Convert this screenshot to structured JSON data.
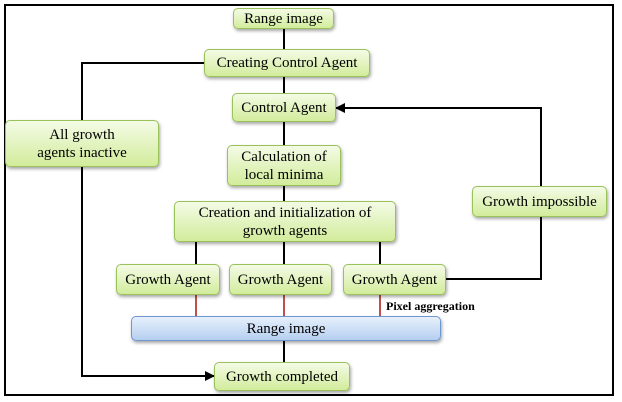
{
  "nodes": {
    "range_image_top": "Range image",
    "creating_control_agent": "Creating Control Agent",
    "control_agent": "Control Agent",
    "calculation_local_minima": "Calculation of\nlocal minima",
    "creation_init_growth_agents": "Creation and initialization of\ngrowth agents",
    "growth_agent_1": "Growth Agent",
    "growth_agent_2": "Growth Agent",
    "growth_agent_3": "Growth Agent",
    "range_image_bottom": "Range image",
    "growth_completed": "Growth completed",
    "all_growth_agents_inactive": "All growth\nagents inactive",
    "growth_impossible": "Growth impossible"
  },
  "labels": {
    "pixel_aggregation": "Pixel aggregation"
  },
  "colors": {
    "green_box_top": "#f4fbe6",
    "green_box_bottom": "#d2ec9b",
    "blue_box_top": "#e7f0fc",
    "blue_box_bottom": "#b5cff0",
    "aggregation_line": "#c0504d"
  }
}
